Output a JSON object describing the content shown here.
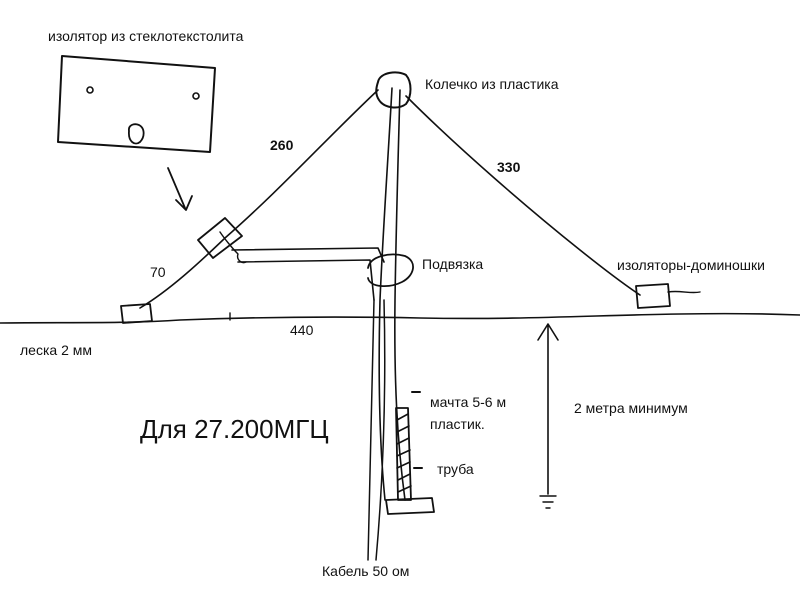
{
  "labels": {
    "fiberglass_insulator": "изолятор из стеклотекстолита",
    "plastic_ring": "Колечко из пластика",
    "len_260": "260",
    "len_330": "330",
    "len_70": "70",
    "len_440": "440",
    "tie": "Подвязка",
    "domino_insulators": "изоляторы-доминошки",
    "fishing_line": "леска 2 мм",
    "mast_line1": "мачта 5-6 м",
    "mast_line2": "пластик.",
    "pipe": "труба",
    "min_height": "2 метра минимум",
    "cable": "Кабель 50 ом",
    "frequency": "Для 27.200МГЦ"
  }
}
